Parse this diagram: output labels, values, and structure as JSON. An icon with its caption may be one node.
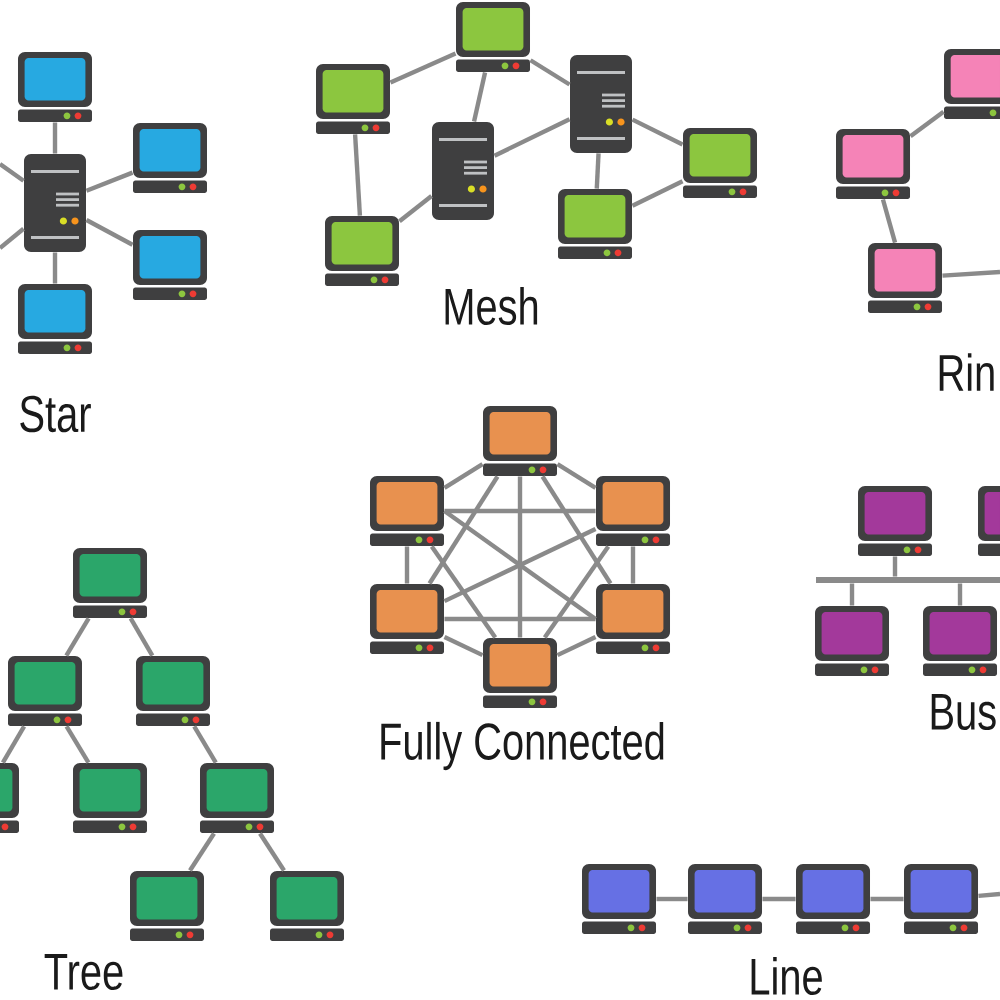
{
  "diagram": {
    "nodes": [
      {
        "text": [],
        "shape": "computer"
      },
      {
        "text": [],
        "shape": "server"
      },
      {
        "text": [],
        "shape": "computer"
      },
      {
        "text": [],
        "shape": "computer"
      },
      {
        "text": [],
        "shape": "computer"
      },
      {
        "text": [],
        "shape": "computer"
      },
      {
        "text": [],
        "shape": "computer"
      },
      {
        "text": [],
        "shape": "server"
      },
      {
        "text": [],
        "shape": "computer"
      },
      {
        "text": [],
        "shape": "server"
      },
      {
        "text": [],
        "shape": "computer"
      },
      {
        "text": [],
        "shape": "computer"
      },
      {
        "text": [],
        "shape": "computer"
      },
      {
        "text": [],
        "shape": "computer"
      },
      {
        "text": [],
        "shape": "computer"
      },
      {
        "text": [],
        "shape": "computer"
      },
      {
        "text": [],
        "shape": "computer"
      },
      {
        "text": [],
        "shape": "computer"
      },
      {
        "text": [],
        "shape": "computer"
      },
      {
        "text": [],
        "shape": "computer"
      },
      {
        "text": [],
        "shape": "computer"
      },
      {
        "text": [],
        "shape": "computer"
      },
      {
        "text": [],
        "shape": "computer"
      },
      {
        "text": [],
        "shape": "bar"
      },
      {
        "text": [],
        "shape": "computer"
      },
      {
        "text": [],
        "shape": "computer"
      },
      {
        "text": [],
        "shape": "computer"
      },
      {
        "text": [],
        "shape": "computer"
      },
      {
        "text": [],
        "shape": "computer"
      },
      {
        "text": [],
        "shape": "computer"
      },
      {
        "text": [],
        "shape": "computer"
      },
      {
        "text": [],
        "shape": "computer"
      },
      {
        "text": [],
        "shape": "computer"
      },
      {
        "text": [],
        "shape": "computer"
      },
      {
        "text": [],
        "shape": "computer"
      },
      {
        "text": [],
        "shape": "computer"
      },
      {
        "text": [],
        "shape": "computer"
      },
      {
        "text": [],
        "shape": "computer"
      }
    ],
    "edges": [
      {
        "from": 0,
        "to": 1,
        "arrow": "none"
      },
      {
        "from": 1,
        "to": 2,
        "arrow": "none"
      },
      {
        "from": 1,
        "to": 3,
        "arrow": "none"
      },
      {
        "from": 1,
        "to": 4,
        "arrow": "none"
      },
      {
        "from": 1,
        "to": null,
        "arrow": "none"
      },
      {
        "from": 1,
        "to": null,
        "arrow": "none"
      },
      {
        "from": 6,
        "to": 5,
        "arrow": "none"
      },
      {
        "from": 5,
        "to": 9,
        "arrow": "none"
      },
      {
        "from": 5,
        "to": 7,
        "arrow": "none"
      },
      {
        "from": 6,
        "to": 11,
        "arrow": "none"
      },
      {
        "from": 11,
        "to": 9,
        "arrow": "none"
      },
      {
        "from": 9,
        "to": 7,
        "arrow": "none"
      },
      {
        "from": 7,
        "to": 8,
        "arrow": "none"
      },
      {
        "from": 7,
        "to": 10,
        "arrow": "none"
      },
      {
        "from": 10,
        "to": 8,
        "arrow": "none"
      },
      {
        "from": 13,
        "to": 12,
        "arrow": "none"
      },
      {
        "from": 13,
        "to": 14,
        "arrow": "none"
      },
      {
        "from": 14,
        "to": null,
        "arrow": "none"
      },
      {
        "from": 15,
        "to": 16,
        "arrow": "none"
      },
      {
        "from": 15,
        "to": 17,
        "arrow": "none"
      },
      {
        "from": 15,
        "to": 18,
        "arrow": "none"
      },
      {
        "from": 15,
        "to": 19,
        "arrow": "none"
      },
      {
        "from": 15,
        "to": 20,
        "arrow": "none"
      },
      {
        "from": 16,
        "to": 17,
        "arrow": "none"
      },
      {
        "from": 16,
        "to": 18,
        "arrow": "none"
      },
      {
        "from": 16,
        "to": 19,
        "arrow": "none"
      },
      {
        "from": 16,
        "to": 20,
        "arrow": "none"
      },
      {
        "from": 17,
        "to": 18,
        "arrow": "none"
      },
      {
        "from": 17,
        "to": 19,
        "arrow": "none"
      },
      {
        "from": 17,
        "to": 20,
        "arrow": "none"
      },
      {
        "from": 18,
        "to": 19,
        "arrow": "none"
      },
      {
        "from": 18,
        "to": 20,
        "arrow": "none"
      },
      {
        "from": 19,
        "to": 20,
        "arrow": "none"
      },
      {
        "from": 21,
        "to": 23,
        "arrow": "none"
      },
      {
        "from": 24,
        "to": 23,
        "arrow": "none"
      },
      {
        "from": 25,
        "to": 23,
        "arrow": "none"
      },
      {
        "from": 26,
        "to": 27,
        "arrow": "none"
      },
      {
        "from": 26,
        "to": 28,
        "arrow": "none"
      },
      {
        "from": 27,
        "to": 29,
        "arrow": "none"
      },
      {
        "from": 27,
        "to": 30,
        "arrow": "none"
      },
      {
        "from": 28,
        "to": 31,
        "arrow": "none"
      },
      {
        "from": 31,
        "to": 32,
        "arrow": "none"
      },
      {
        "from": 31,
        "to": 33,
        "arrow": "none"
      },
      {
        "from": 34,
        "to": 35,
        "arrow": "none"
      },
      {
        "from": 35,
        "to": 36,
        "arrow": "none"
      },
      {
        "from": 36,
        "to": 37,
        "arrow": "none"
      },
      {
        "from": 37,
        "to": null,
        "arrow": "none"
      }
    ],
    "labels": [
      "Star",
      "Mesh",
      "Rin",
      "Fully Connected",
      "Bus",
      "Tree",
      "Line"
    ]
  }
}
